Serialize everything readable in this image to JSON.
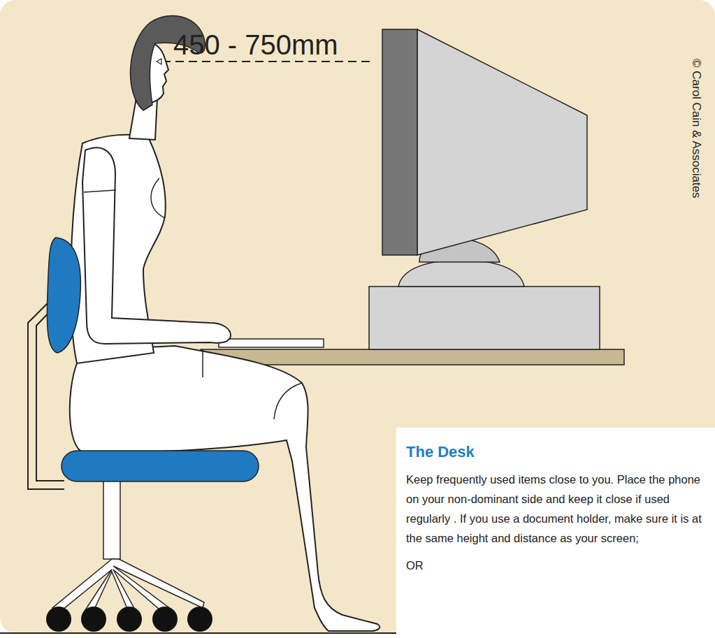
{
  "diagram": {
    "nodes": [
      {
        "text": [
          "The Desk",
          "Keep frequently used items close to you. Place the phone on your non-dominant side and keep it close if used regularly . If you use a document holder, make sure it is at the same height and distance as your screen;",
          "OR"
        ]
      }
    ],
    "labels": [
      "450 - 750mm",
      "© Carol Cain & Associates"
    ]
  }
}
